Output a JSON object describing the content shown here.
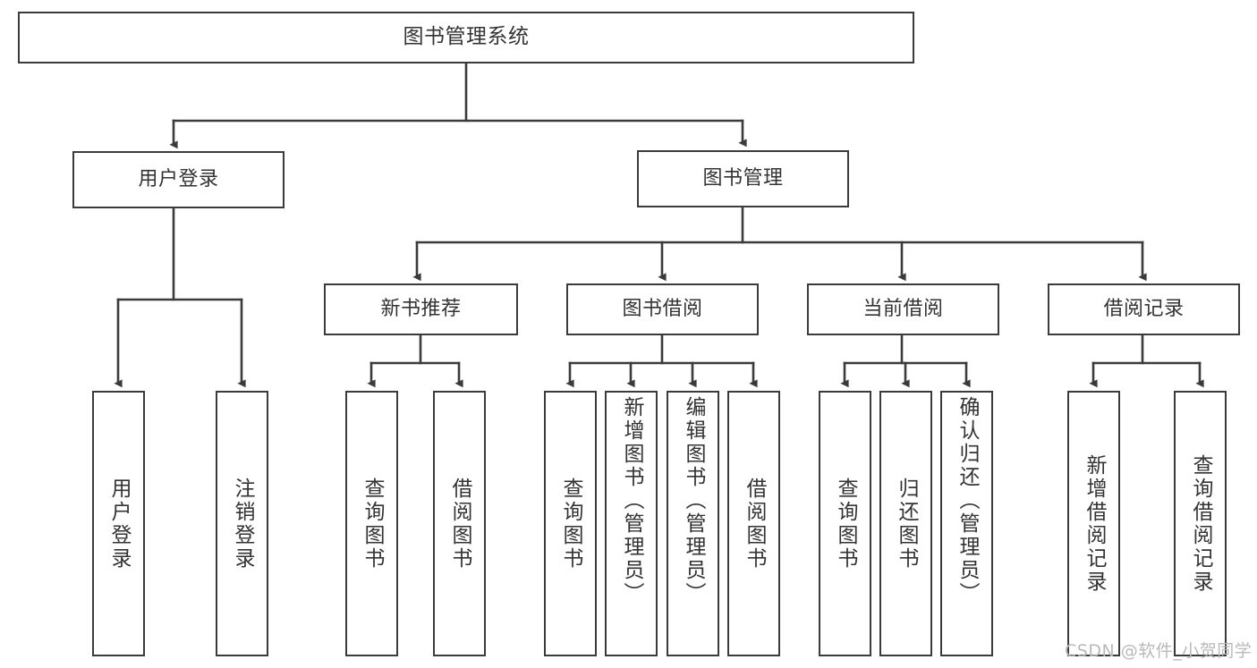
{
  "diagram": {
    "type": "tree",
    "title": "图书管理系统",
    "orientation": "top-down",
    "colors": {
      "box_border": "#3b3b3b",
      "box_fill": "#ffffff",
      "edge": "#3b3b3b",
      "text": "#333333",
      "watermark": "#b9b9b9",
      "background": "#ffffff"
    },
    "nodes": {
      "root": {
        "label": "图书管理系统",
        "level": 0
      },
      "l1": [
        {
          "id": "user_login",
          "label": "用户登录"
        },
        {
          "id": "book_manage",
          "label": "图书管理"
        }
      ],
      "l2": [
        {
          "id": "new_book_rec",
          "label": "新书推荐",
          "parent": "book_manage"
        },
        {
          "id": "book_borrow",
          "label": "图书借阅",
          "parent": "book_manage"
        },
        {
          "id": "current_borrow",
          "label": "当前借阅",
          "parent": "book_manage"
        },
        {
          "id": "borrow_record",
          "label": "借阅记录",
          "parent": "book_manage"
        }
      ],
      "leaves": [
        {
          "id": "leaf_user_login",
          "label": "用户登录",
          "parent": "user_login",
          "fits": true
        },
        {
          "id": "leaf_user_logout",
          "label": "注销登录",
          "parent": "user_login",
          "fits": true
        },
        {
          "id": "leaf_query_book_1",
          "label": "查询图书",
          "parent": "new_book_rec",
          "fits": true
        },
        {
          "id": "leaf_borrow_book_1",
          "label": "借阅图书",
          "parent": "new_book_rec",
          "fits": true
        },
        {
          "id": "leaf_query_book_2",
          "label": "查询图书",
          "parent": "book_borrow",
          "fits": true
        },
        {
          "id": "leaf_add_book",
          "label": "新增图书（管理员）",
          "parent": "book_borrow",
          "fits": false
        },
        {
          "id": "leaf_edit_book",
          "label": "编辑图书（管理员）",
          "parent": "book_borrow",
          "fits": false
        },
        {
          "id": "leaf_borrow_book_2",
          "label": "借阅图书",
          "parent": "book_borrow",
          "fits": true
        },
        {
          "id": "leaf_query_book_3",
          "label": "查询图书",
          "parent": "current_borrow",
          "fits": true
        },
        {
          "id": "leaf_return_book",
          "label": "归还图书",
          "parent": "current_borrow",
          "fits": true
        },
        {
          "id": "leaf_confirm_return",
          "label": "确认归还（管理员）",
          "parent": "current_borrow",
          "fits": false
        },
        {
          "id": "leaf_add_record",
          "label": "新增借阅记录",
          "parent": "borrow_record",
          "fits": true
        },
        {
          "id": "leaf_query_record",
          "label": "查询借阅记录",
          "parent": "borrow_record",
          "fits": true
        }
      ]
    },
    "watermark": "CSDN @软件_小贺同学"
  }
}
